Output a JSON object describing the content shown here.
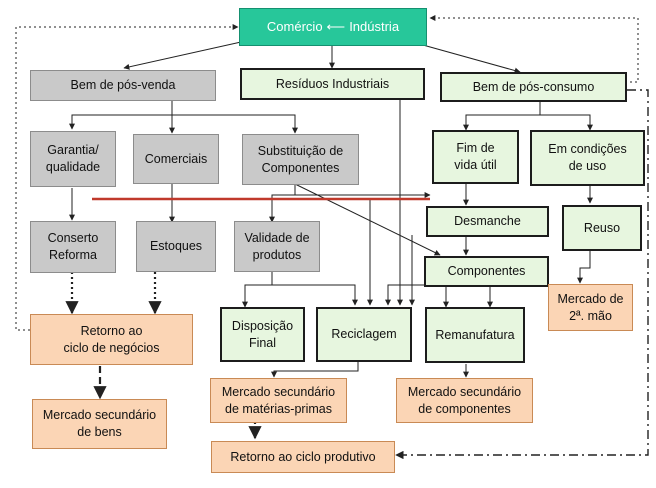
{
  "colors": {
    "gray_box": "#c9c9c9",
    "green_box": "#e7f6df",
    "orange_box": "#fbd5b5",
    "teal_box": "#27c79a",
    "red_line": "#c0392b",
    "line": "#222222"
  },
  "nodes": {
    "comercio": "Comércio",
    "industria": "Indústria",
    "bem_pos_venda": "Bem de pós-venda",
    "residuos_industriais": "Resíduos Industriais",
    "bem_pos_consumo": "Bem de pós-consumo",
    "garantia": "Garantia/\nqualidade",
    "comerciais": "Comerciais",
    "substituicao": "Substituição de\nComponentes",
    "fim_vida_util": "Fim de\nvida útil",
    "em_condicoes": "Em condições\nde uso",
    "conserto": "Conserto\nReforma",
    "estoques": "Estoques",
    "validade": "Validade de\nprodutos",
    "desmanche": "Desmanche",
    "reuso": "Reuso",
    "componentes": "Componentes",
    "mercado_2_mao": "Mercado de\n2ª. mão",
    "retorno_negocios": "Retorno ao\nciclo de negócios",
    "disposicao_final": "Disposição\nFinal",
    "reciclagem": "Reciclagem",
    "remanufatura": "Remanufatura",
    "mercado_materias": "Mercado secundário\nde matérias-primas",
    "mercado_componentes": "Mercado secundário\nde componentes",
    "mercado_bens": "Mercado secundário\nde bens",
    "retorno_produtivo": "Retorno ao ciclo produtivo"
  }
}
